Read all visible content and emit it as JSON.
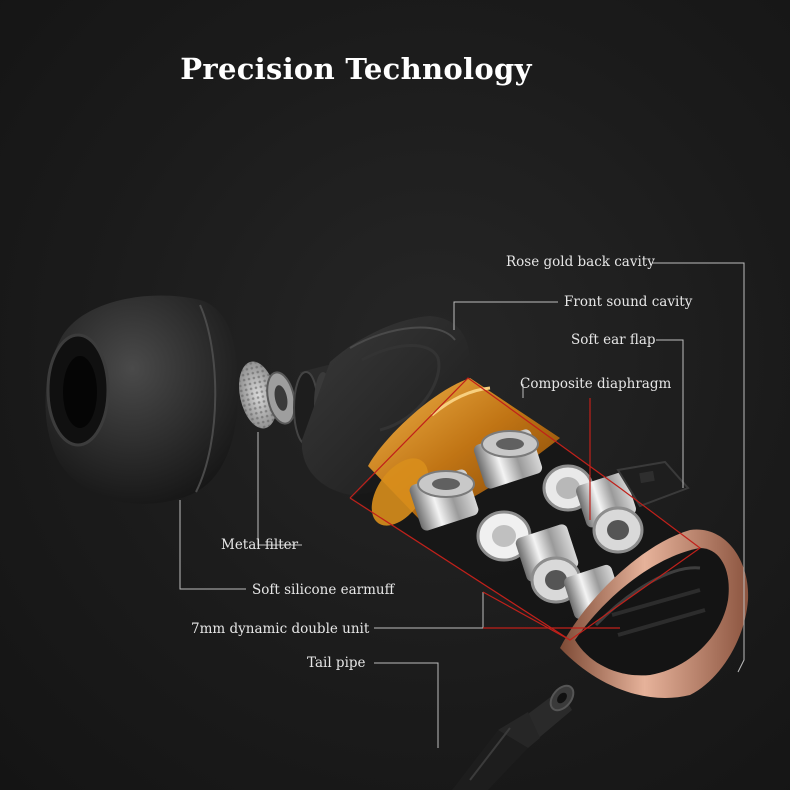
{
  "title": "Precision Technology",
  "labels": {
    "rose_gold_back_cavity": "Rose gold back cavity",
    "front_sound_cavity": "Front sound cavity",
    "soft_ear_flap": "Soft ear flap",
    "composite_diaphragm": "Composite diaphragm",
    "metal_filter": "Metal filter",
    "soft_silicone_earmuff": "Soft silicone earmuff",
    "dynamic_double_unit": "7mm dynamic double unit",
    "tail_pipe": "Tail pipe"
  },
  "colors": {
    "background": "#1c1c1c",
    "text": "#ffffff",
    "leader_line": "#bdbdbd",
    "highlight_outline": "#c0201a",
    "gold_cavity": "#d88e1c",
    "rose_gold": "#c98a6c"
  }
}
